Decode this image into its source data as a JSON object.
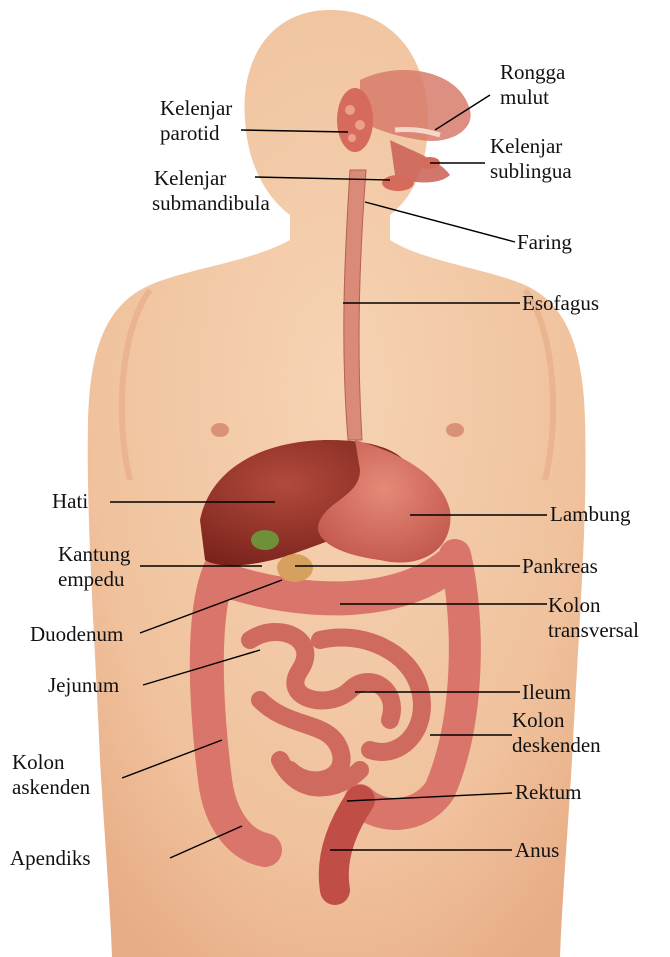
{
  "labels": {
    "rongga_mulut": [
      "Rongga",
      "mulut"
    ],
    "kelenjar_parotid": [
      "Kelenjar",
      "parotid"
    ],
    "kelenjar_sublingua": [
      "Kelenjar",
      "sublingua"
    ],
    "kelenjar_submandibula": [
      "Kelenjar",
      "submandibula"
    ],
    "faring": [
      "Faring"
    ],
    "esofagus": [
      "Esofagus"
    ],
    "hati": [
      "Hati"
    ],
    "lambung": [
      "Lambung"
    ],
    "kantung_empedu": [
      "Kantung",
      "empedu"
    ],
    "pankreas": [
      "Pankreas"
    ],
    "duodenum": [
      "Duodenum"
    ],
    "kolon_transversal": [
      "Kolon",
      "transversal"
    ],
    "jejunum": [
      "Jejunum"
    ],
    "ileum": [
      "Ileum"
    ],
    "kolon_askenden": [
      "Kolon",
      "askenden"
    ],
    "kolon_deskenden": [
      "Kolon",
      "deskenden"
    ],
    "rektum": [
      "Rektum"
    ],
    "apendiks": [
      "Apendiks"
    ],
    "anus": [
      "Anus"
    ]
  },
  "colors": {
    "skin": "#f2c9a6",
    "skin_shadow": "#e5ad86",
    "organ": "#c4544a",
    "liver": "#8f2f26",
    "intestine": "#d9756a",
    "line": "#000000"
  }
}
